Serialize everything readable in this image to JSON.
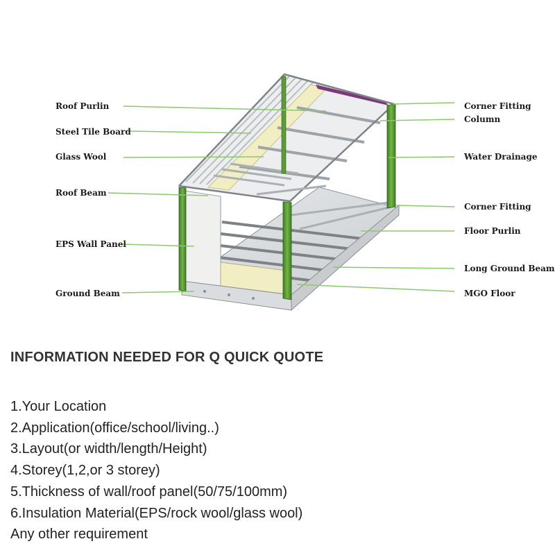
{
  "diagram": {
    "labels_left": [
      "Roof Purlin",
      "Steel Tile Board",
      "Glass Wool",
      "Roof Beam",
      "EPS Wall Panel",
      "Ground Beam"
    ],
    "labels_right": [
      "Corner Fitting",
      "Column",
      "Water Drainage",
      "Corner Fitting",
      "Floor Purlin",
      "Long Ground Beam",
      "MGO Floor"
    ],
    "colors": {
      "frame_green": "#6aa83a",
      "frame_dark": "#3e7d2a",
      "leader_line": "#8cc96a",
      "insulation": "#f2eec4",
      "roof_strip": "#7a3a78",
      "steel_grey": "#cfd3d6"
    }
  },
  "info": {
    "title": "INFORMATION NEEDED FOR Q QUICK QUOTE",
    "items": [
      "1.Your Location",
      "2.Application(office/school/living..)",
      "3.Layout(or width/length/Height)",
      "4.Storey(1,2,or 3 storey)",
      "5.Thickness of wall/roof panel(50/75/100mm)",
      "6.Insulation Material(EPS/rock wool/glass wool)",
      "Any other requirement"
    ]
  }
}
